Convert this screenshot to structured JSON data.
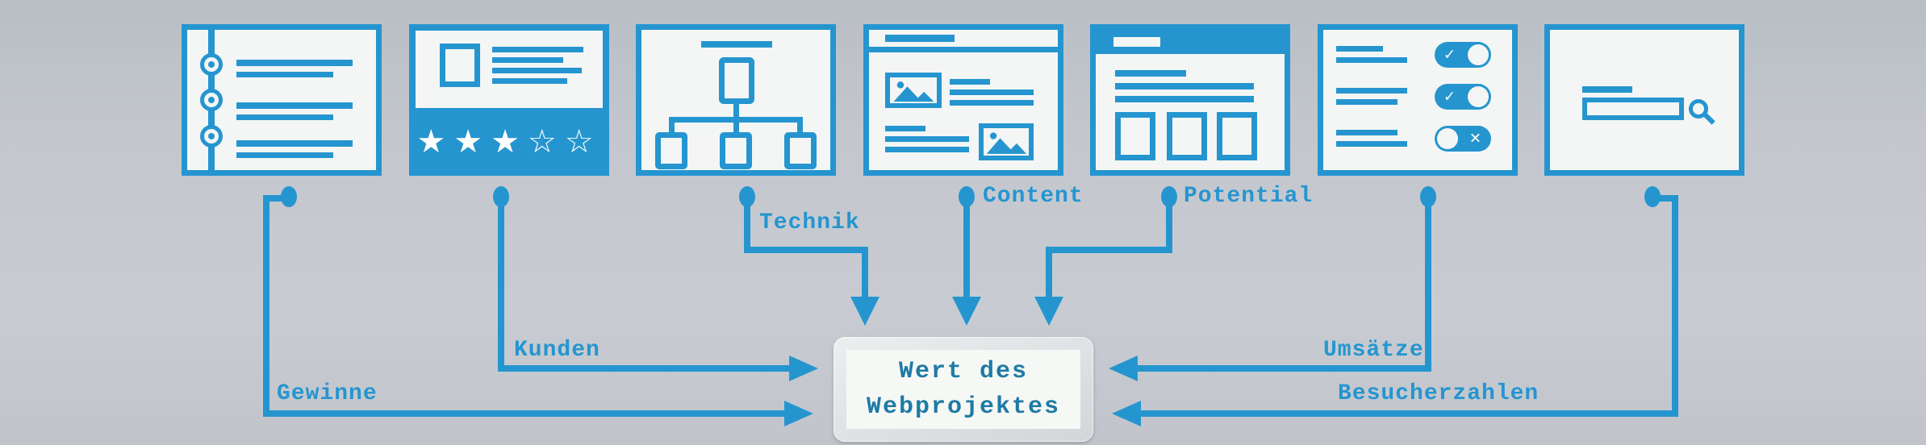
{
  "colors": {
    "accent_blue": "#2595d0",
    "canvas_gray": "#c4c8ce",
    "card_white": "#f3f6f4",
    "center_text_teal": "#1f7aa6"
  },
  "labels": {
    "gewinne": "Gewinne",
    "kunden": "Kunden",
    "technik": "Technik",
    "content": "Content",
    "potential": "Potential",
    "umsaetze": "Umsätze",
    "besucherzahlen": "Besucherzahlen"
  },
  "rating": {
    "stars": "★★★☆☆"
  },
  "toggles": {
    "rows": [
      {
        "state": "on",
        "glyph": "✓"
      },
      {
        "state": "on",
        "glyph": "✓"
      },
      {
        "state": "off",
        "glyph": "✕"
      }
    ]
  },
  "center": {
    "line1": "Wert des",
    "line2": "Webprojektes"
  }
}
